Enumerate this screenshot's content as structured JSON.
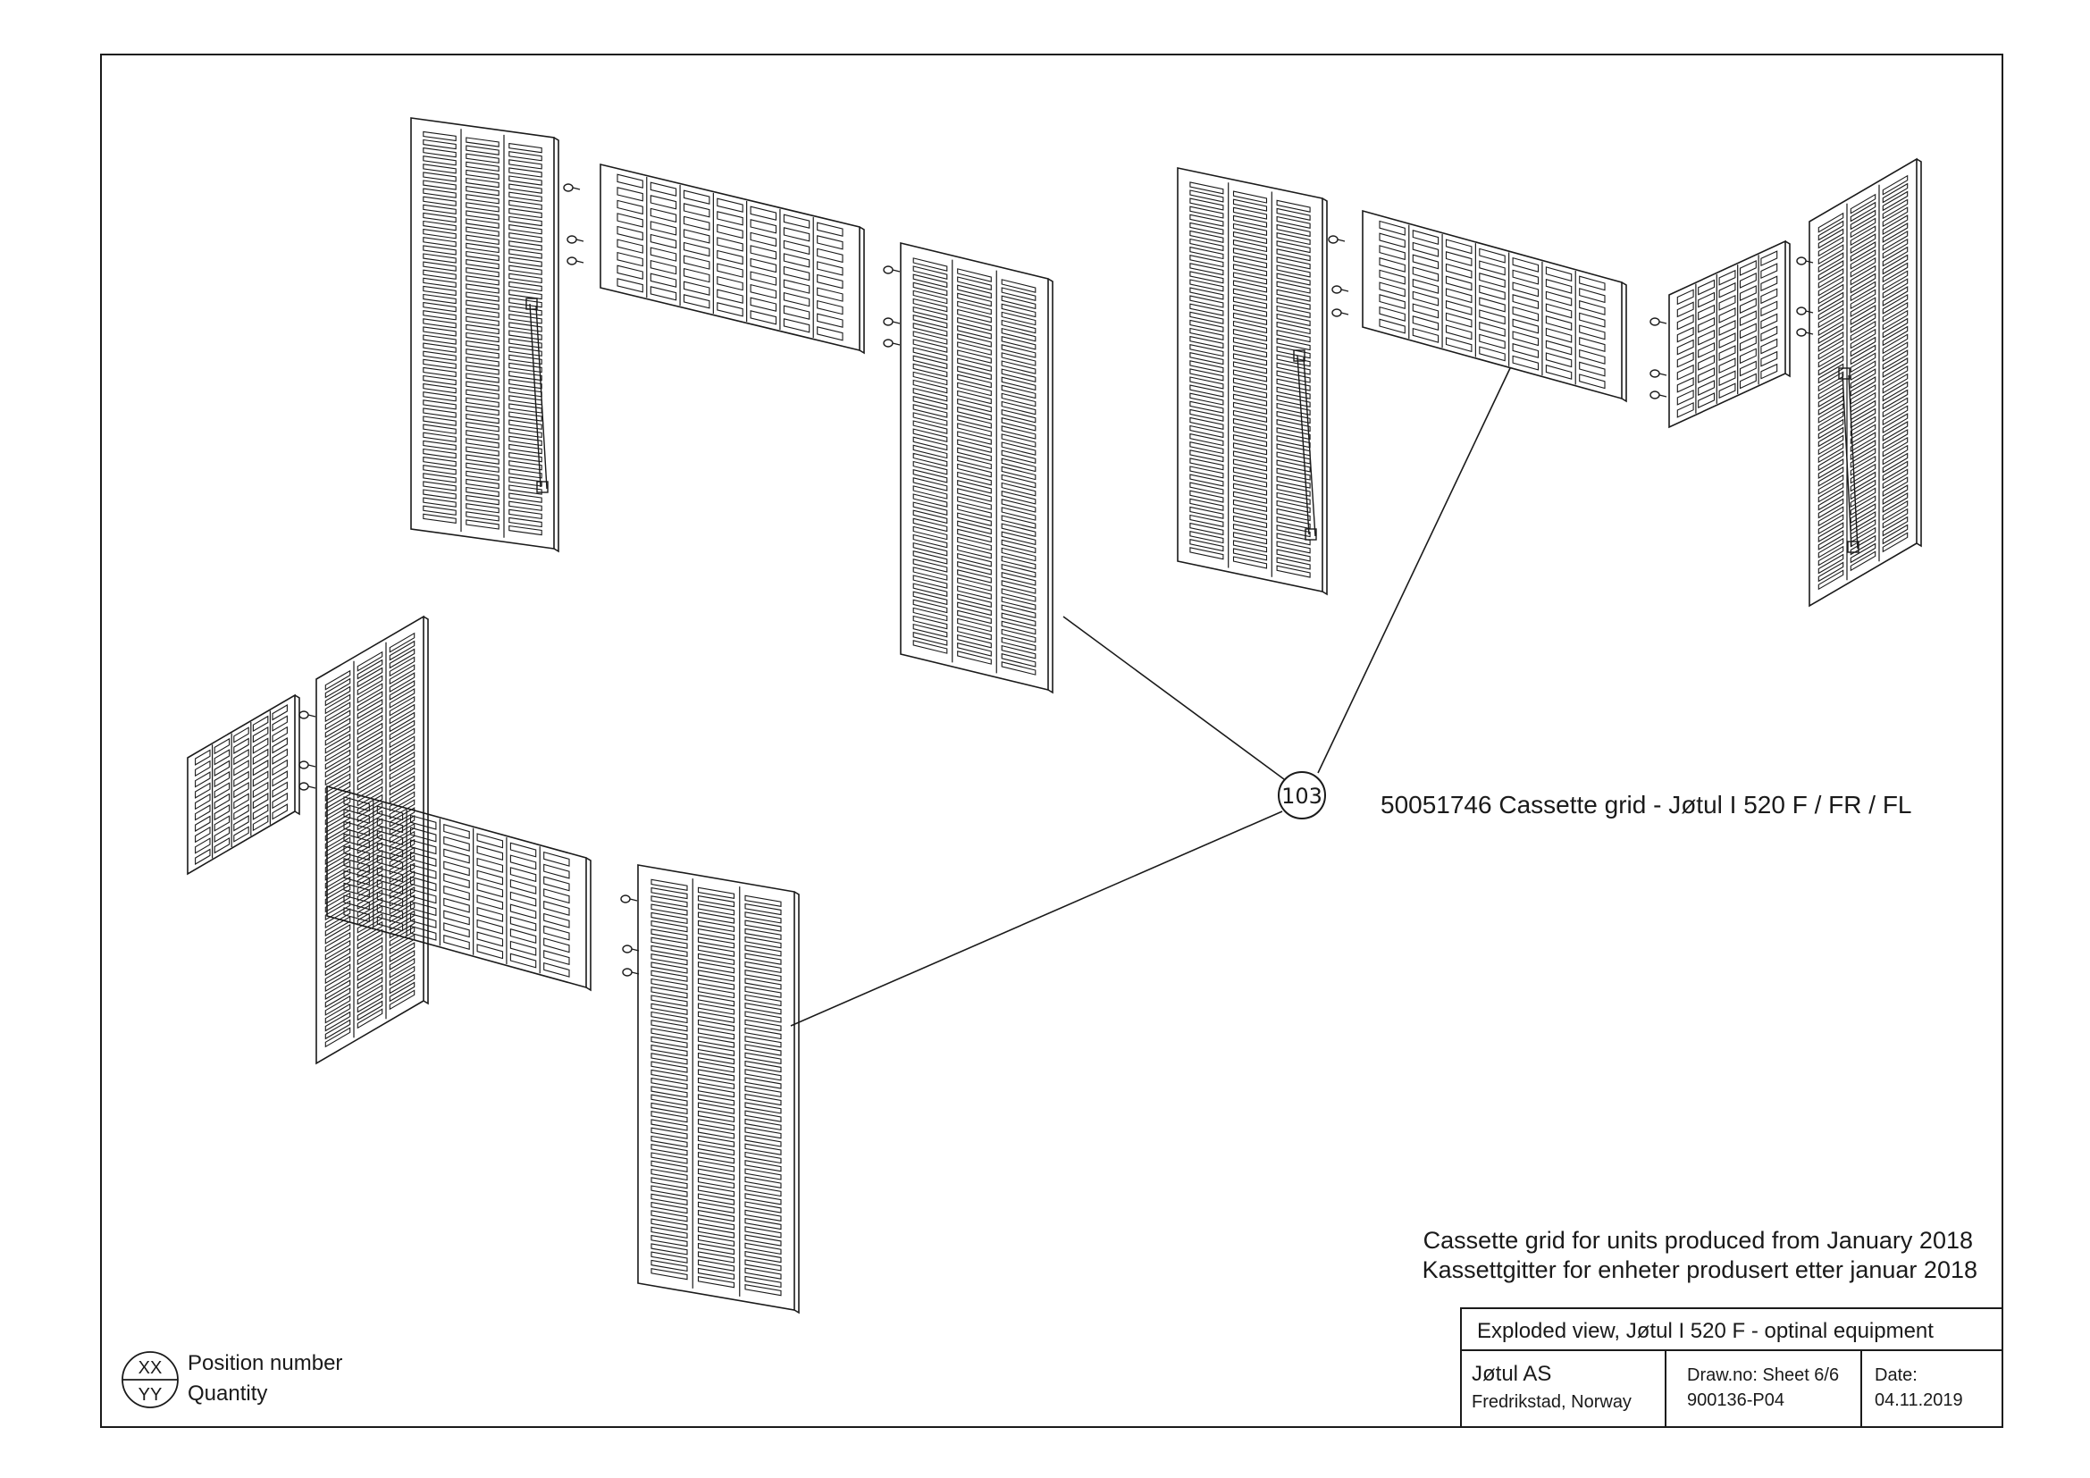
{
  "callout": {
    "position_number": "103",
    "description": "50051746 Cassette grid - Jøtul I 520 F / FR / FL"
  },
  "note": {
    "line1": "Cassette grid for units produced from January 2018",
    "line2": "Kassettgitter for enheter produsert etter januar 2018"
  },
  "legend": {
    "top_symbol": "XX",
    "bottom_symbol": "YY",
    "top_label": "Position number",
    "bottom_label": "Quantity"
  },
  "title_block": {
    "title": "Exploded view, Jøtul I 520 F - optinal equipment",
    "company": "Jøtul AS",
    "location": "Fredrikstad, Norway",
    "drawno_label": "Draw.no: Sheet 6/6",
    "drawno_value": "900136-P04",
    "date_label": "Date:",
    "date_value": "04.11.2019"
  },
  "colors": {
    "line": "#1a1a1a",
    "paper": "#ffffff"
  }
}
